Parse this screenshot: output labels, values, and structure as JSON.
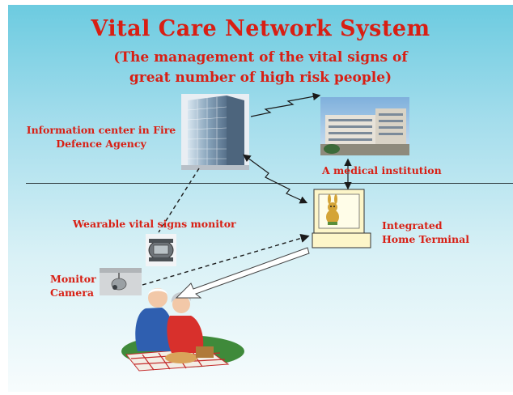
{
  "title": "Vital Care Network System",
  "subtitle_line1": "(The management of the vital signs of",
  "subtitle_line2": "great number of high risk people)",
  "nodes": {
    "info_center": [
      "Information center in Fire",
      "Defence Agency"
    ],
    "medical": "A medical institution",
    "terminal": [
      "Integrated",
      "Home Terminal"
    ],
    "wearable": "Wearable vital signs monitor",
    "camera": [
      "Monitor",
      "Camera"
    ]
  },
  "colors": {
    "text": "#d81f14",
    "background_top": "#6ccbe0",
    "background_bottom": "#f7fcfd"
  }
}
